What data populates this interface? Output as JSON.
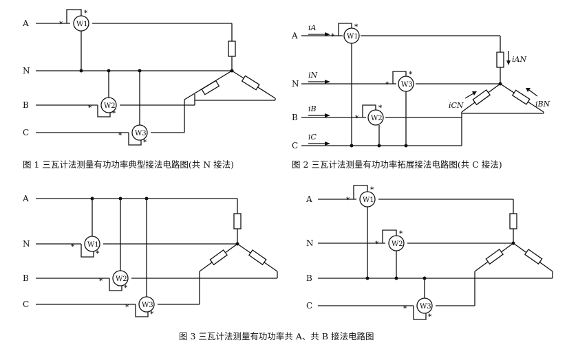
{
  "figures": [
    {
      "id": "fig1",
      "caption": "图 1   三瓦计法测量有功功率典型接法电路图(共 N 接法)",
      "lines": [
        "A",
        "N",
        "B",
        "C"
      ],
      "meters": [
        "W1",
        "W2",
        "W3"
      ]
    },
    {
      "id": "fig2",
      "caption": "图 2   三瓦计法测量有功功率拓展接法电路图(共 C 接法)",
      "lines": [
        "A",
        "N",
        "B",
        "C"
      ],
      "meters": [
        "W1",
        "W3",
        "W2"
      ],
      "currents": [
        "iA",
        "iN",
        "iB",
        "iC",
        "iAN",
        "iCN",
        "iBN"
      ]
    },
    {
      "id": "fig3a",
      "lines": [
        "A",
        "N",
        "B",
        "C"
      ],
      "meters": [
        "W1",
        "W2",
        "W3"
      ]
    },
    {
      "id": "fig3b",
      "lines": [
        "A",
        "N",
        "B",
        "C"
      ],
      "meters": [
        "W1",
        "W2",
        "W3"
      ]
    }
  ],
  "fig3_caption": "图 3   三瓦计法测量有功功率共 A、共 B 接法电路图",
  "polarity_mark": "*"
}
